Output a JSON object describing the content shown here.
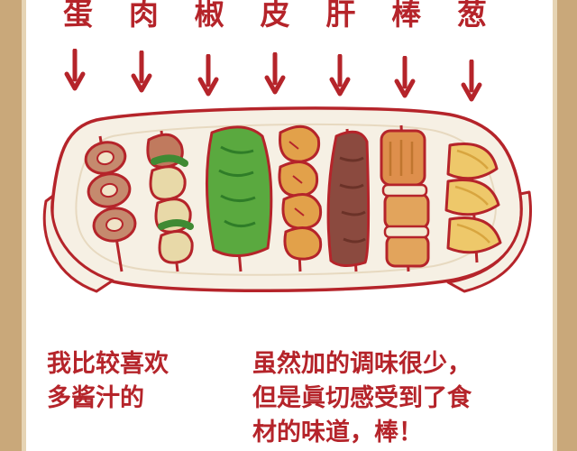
{
  "page": {
    "title": "烧烤串插图漫画",
    "background_color": "#ffffff",
    "border_color": "#c9a87a",
    "border_inner_color": "#e6d4b4",
    "text_color": "#b5242a"
  },
  "header": {
    "labels": [
      {
        "text": "蛋",
        "meaning": "egg"
      },
      {
        "text": "肉",
        "meaning": "meat"
      },
      {
        "text": "椒",
        "meaning": "pepper"
      },
      {
        "text": "皮",
        "meaning": "skin"
      },
      {
        "text": "肝",
        "meaning": "liver"
      },
      {
        "text": "棒",
        "meaning": "stick"
      },
      {
        "text": "葱",
        "meaning": "onion"
      }
    ]
  },
  "arrows": {
    "count": 7,
    "color": "#b5242a",
    "name": "down-arrow"
  },
  "illustration": {
    "name": "grilled-skewers-on-plate",
    "plate_color": "#f6f0e4",
    "plate_outline": "#b5242a",
    "skewers": [
      {
        "name": "egg-skewer",
        "fill": "#e8d9b4"
      },
      {
        "name": "meat-skewer",
        "fill": "#c17c62"
      },
      {
        "name": "pepper-skewer",
        "fill": "#4f9a3c"
      },
      {
        "name": "skin-skewer",
        "fill": "#e0a44a"
      },
      {
        "name": "liver-skewer",
        "fill": "#8b4a3f"
      },
      {
        "name": "stick-skewer",
        "fill": "#d98b4a"
      },
      {
        "name": "onion-skewer",
        "fill": "#e9c268"
      }
    ]
  },
  "captions": {
    "left": {
      "lines": [
        "我比较喜欢",
        "多酱汁的"
      ]
    },
    "right": {
      "lines": [
        "虽然加的调味很少，",
        "但是眞切感受到了食",
        "材的味道，棒！"
      ]
    }
  }
}
